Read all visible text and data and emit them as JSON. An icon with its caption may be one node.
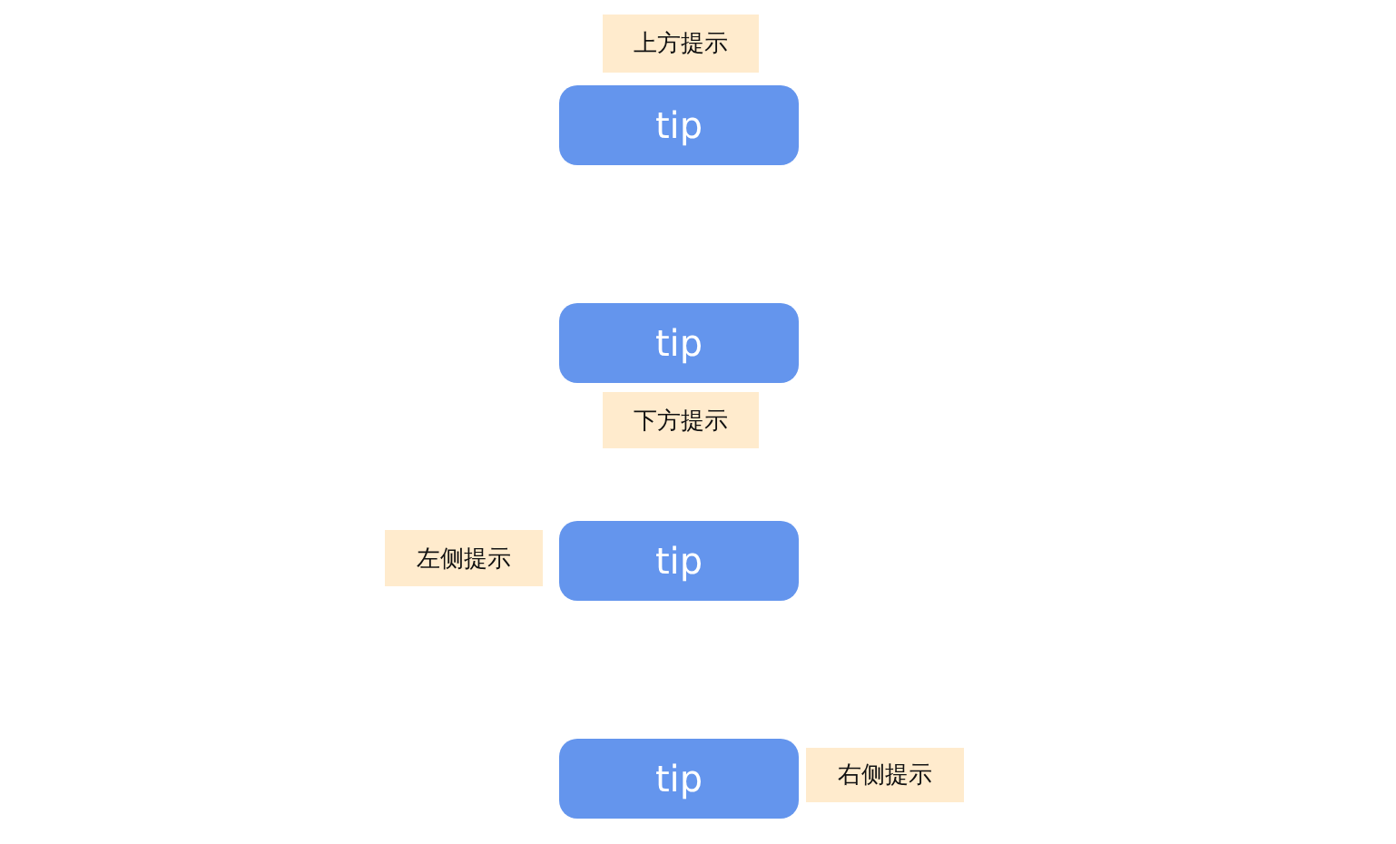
{
  "diagram": {
    "nodes": [
      {
        "text": [
          "上方提示"
        ]
      },
      {
        "text": [
          "tip"
        ]
      },
      {
        "text": [
          "tip"
        ]
      },
      {
        "text": [
          "下方提示"
        ]
      },
      {
        "text": [
          "左侧提示"
        ]
      },
      {
        "text": [
          "tip"
        ]
      },
      {
        "text": [
          "tip"
        ]
      },
      {
        "text": [
          "右侧提示"
        ]
      }
    ]
  }
}
